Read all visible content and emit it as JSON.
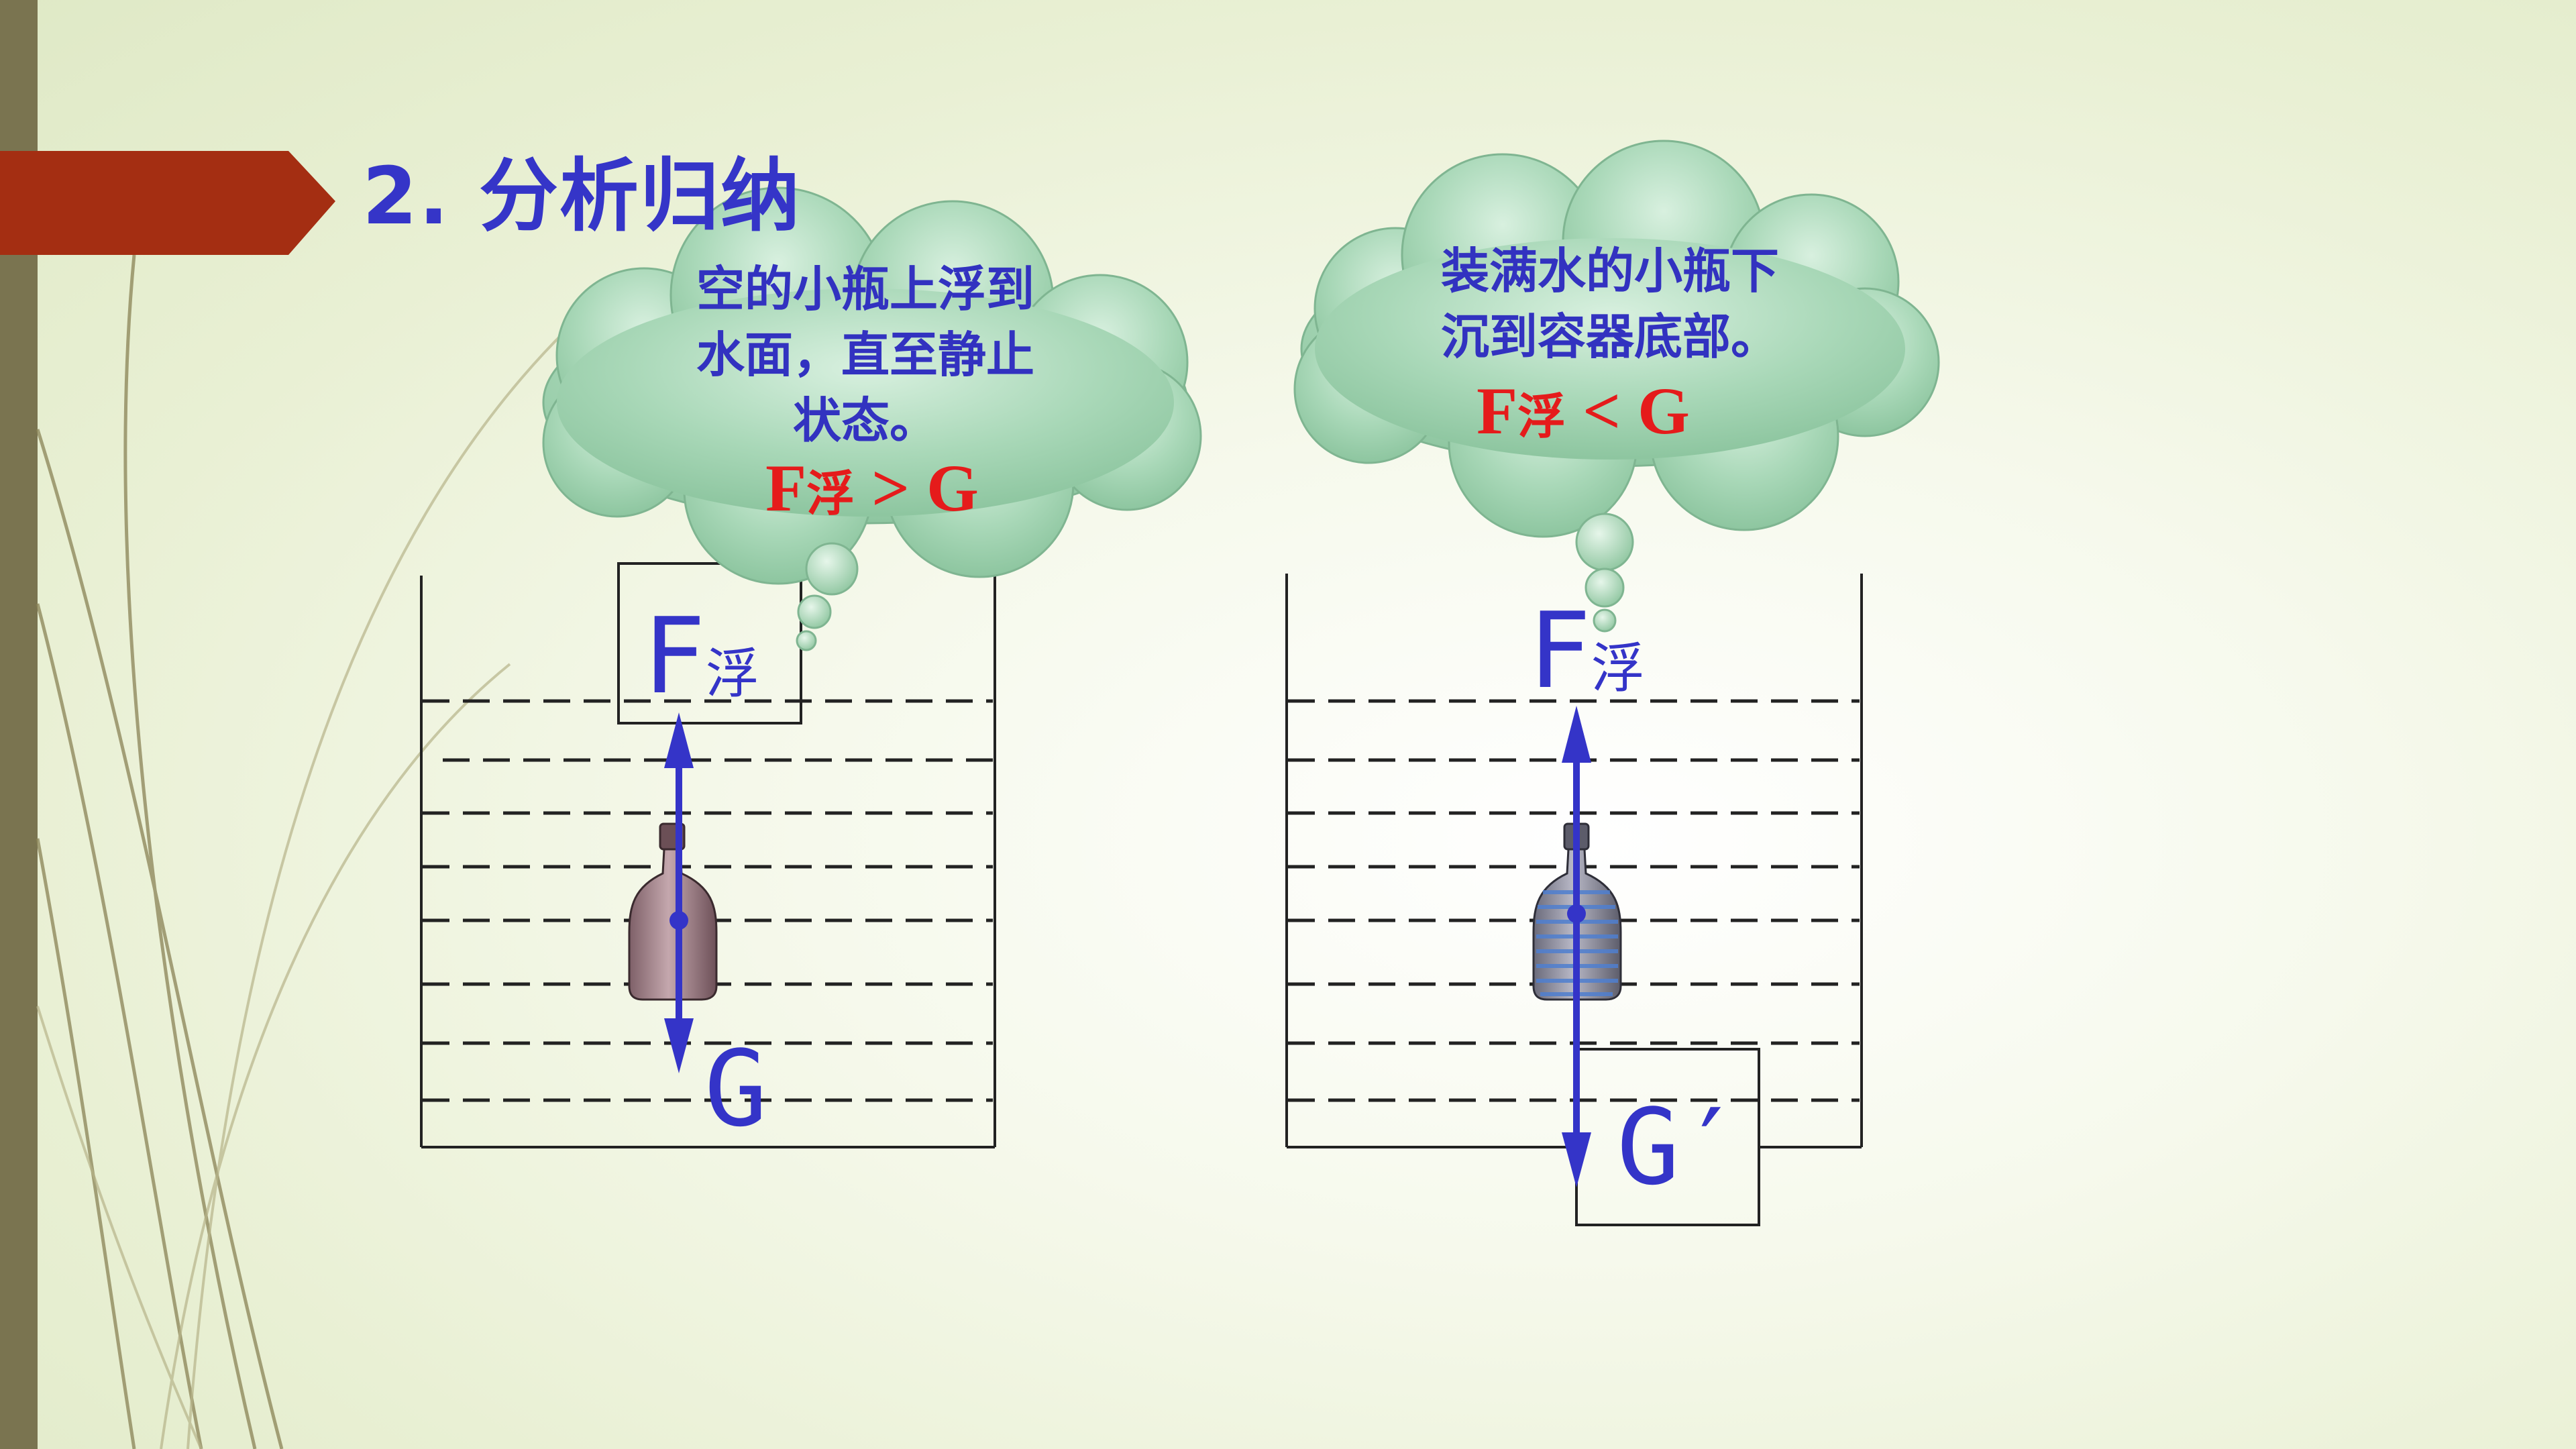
{
  "slide": {
    "title": "2. 分析归纳"
  },
  "left": {
    "bubble_lines": [
      "空的小瓶上浮到",
      "水面，直至静止",
      "状态。"
    ],
    "relation": {
      "f": "F",
      "sub": "浮",
      "rest": " > G"
    },
    "force_up": {
      "main": "F",
      "sub": "浮"
    },
    "force_down": "G"
  },
  "right": {
    "bubble_lines": [
      "装满水的小瓶下",
      "沉到容器底部。"
    ],
    "relation": {
      "f": "F",
      "sub": "浮",
      "rest": " < G"
    },
    "force_up": {
      "main": "F",
      "sub": "浮"
    },
    "force_down": "G′"
  },
  "colors": {
    "title": "#3535c8",
    "relation": "#e51b1b",
    "arrow": "#3434c8",
    "bubble_fill": "#a7d6b6",
    "banner": "#a42e12",
    "left_bar": "#7a7450"
  }
}
